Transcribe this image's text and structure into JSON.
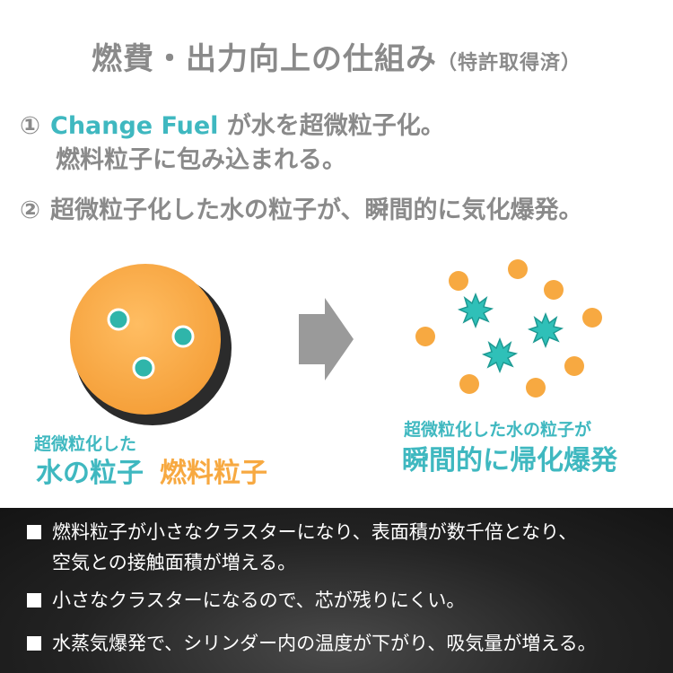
{
  "title": {
    "main": "燃費・出力向上の仕組み",
    "sub": "（特許取得済）"
  },
  "steps": [
    {
      "num": "①",
      "accent": "Change Fuel",
      "text": " が水を超微粒子化。",
      "cont": "燃料粒子に包み込まれる。"
    },
    {
      "num": "②",
      "text": "超微粒子化した水の粒子が、瞬間的に気化爆発。"
    }
  ],
  "diagram": {
    "left_caption_small": "超微粒化した",
    "left_caption_water": "水の粒子",
    "left_caption_fuel": "燃料粒子",
    "right_caption_small": "超微粒化した水の粒子が",
    "right_caption_big": "瞬間的に帰化爆発"
  },
  "bullets": [
    {
      "line1": "燃料粒子が小さなクラスターになり、表面積が数千倍となり、",
      "line2": "空気との接触面積が増える。"
    },
    {
      "line1": "小さなクラスターになるので、芯が残りにくい。"
    },
    {
      "line1": "水蒸気爆発で、シリンダー内の温度が下がり、吸気量が増える。"
    }
  ],
  "colors": {
    "accent": "#3fb8c0",
    "fuel": "#f7a941",
    "text_gray": "#8a8a8a",
    "bg_dark": "#1e1e1e"
  }
}
